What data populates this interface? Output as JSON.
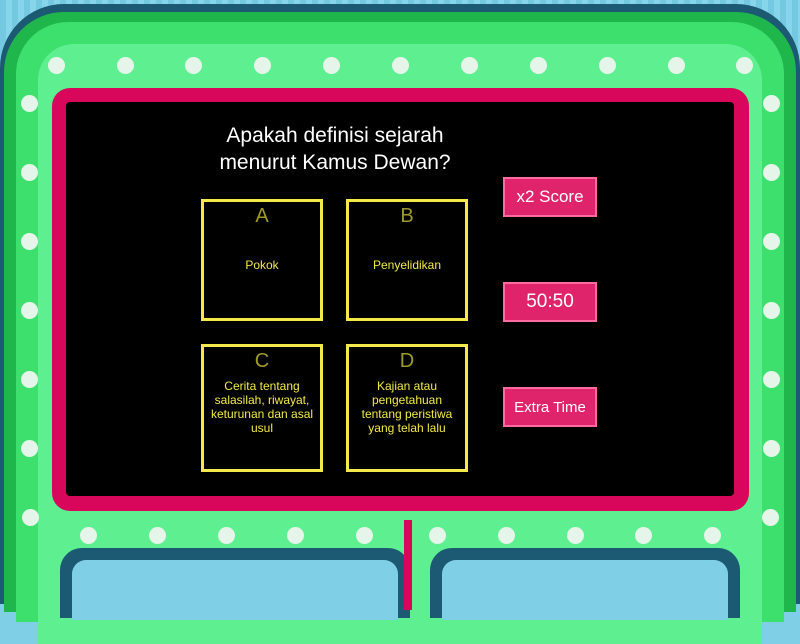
{
  "question": {
    "line1": "Apakah definisi sejarah",
    "line2": "menurut Kamus Dewan?"
  },
  "answers": [
    {
      "letter": "A",
      "text": "Pokok"
    },
    {
      "letter": "B",
      "text": "Penyelidikan"
    },
    {
      "letter": "C",
      "text": "Cerita tentang salasilah, riwayat, keturunan dan asal usul"
    },
    {
      "letter": "D",
      "text": "Kajian atau pengetahuan tentang peristiwa yang telah lalu"
    }
  ],
  "powerups": {
    "double_score": "x2 Score",
    "fifty_fifty": "50:50",
    "extra_time": "Extra Time"
  },
  "colors": {
    "frame_green": "#3de06d",
    "board_border": "#d8075b",
    "answer_yellow": "#f3e94a",
    "powerup_pink": "#e0246c"
  }
}
